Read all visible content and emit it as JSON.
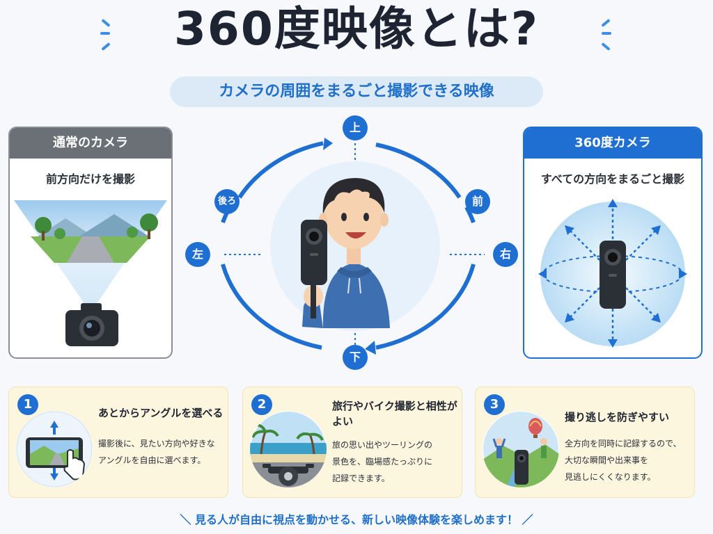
{
  "title": "360度映像とは?",
  "subtitle": "カメラの周囲をまるごと撮影できる映像",
  "normal_camera": {
    "heading": "通常のカメラ",
    "caption": "前方向だけを撮影"
  },
  "camera360": {
    "heading": "360度カメラ",
    "caption": "すべての方向をまるごと撮影"
  },
  "directions": {
    "up": "上",
    "down": "下",
    "front": "前",
    "back": "後ろ",
    "left": "左",
    "right": "右"
  },
  "features": [
    {
      "num": "1",
      "title": "あとからアングルを選べる",
      "desc1": "撮影後に、見たい方向や好きな",
      "desc2": "アングルを自由に選べます。",
      "desc3": ""
    },
    {
      "num": "2",
      "title": "旅行やバイク撮影と相性がよい",
      "desc1": "旅の思い出やツーリングの",
      "desc2": "景色を、臨場感たっぷりに",
      "desc3": "記録できます。"
    },
    {
      "num": "3",
      "title": "撮り逃しを防ぎやすい",
      "desc1": "全方向を同時に記録するので、",
      "desc2": "大切な瞬間や出来事を",
      "desc3": "見逃しにくくなります。"
    }
  ],
  "footer": "＼ 見る人が自由に視点を動かせる、新しい映像体験を楽しめます！ ／",
  "colors": {
    "accent": "#1e6fd1",
    "title": "#1f2433",
    "feature_bg": "#fdf6df"
  },
  "icons": [
    "camera-icon",
    "camera-360-icon",
    "person-illustration",
    "phone-icon",
    "hand-pointer-icon",
    "motorbike-icon",
    "balloon-icon"
  ]
}
